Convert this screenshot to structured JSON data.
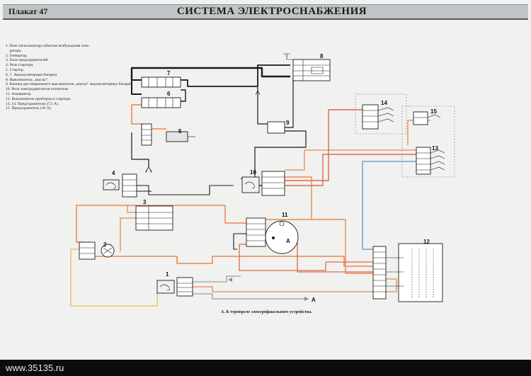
{
  "header": {
    "plakat": "Плакат 47",
    "title": "СИСТЕМА ЭЛЕКТРОСНАБЖЕНИЯ"
  },
  "legend": [
    "1. Реле сигнализатора обмотки возбуждения гене-",
    "    ратора.",
    "2. Генератор.",
    "3. Блок предохранителей.",
    "4. Реле стартера.",
    "5. Стартер.",
    "6, 7. Аккумуляторные батареи.",
    "8. Выключатель „массы“.",
    "9. Кнопка дистанционного выключателя „массы“ аккумуляторных батарей.",
    "10. Реле электродвигателя отопителя.",
    "11. Амперметр.",
    "12. Выключатель приборов и стартера.",
    "13, 14. Предохранители (7,5 А).",
    "15. Предохранитель (10 А)."
  ],
  "components": {
    "c1": "1",
    "c2": "2",
    "c3": "3",
    "c4": "4",
    "c5": "5",
    "c6": "6",
    "c7": "7",
    "c8": "8",
    "c9": "9",
    "c10": "10",
    "c11": "11",
    "c12": "12",
    "c13": "13",
    "c14": "14",
    "c15": "15",
    "ammeter": "A",
    "line_a": "A"
  },
  "footnote": "А. К термореле электрофакельного устройства.",
  "watermark": "www.35135.ru",
  "colors": {
    "paper": "#f1f1ef",
    "header_bg": "#bfc4c7",
    "wire_black": "#1a1a1a",
    "wire_orange": "#e8894e",
    "wire_red": "#d96a4f",
    "wire_blue": "#6fa0d8",
    "wire_yellow": "#e6c766",
    "wire_gray": "#8a8a8a"
  }
}
